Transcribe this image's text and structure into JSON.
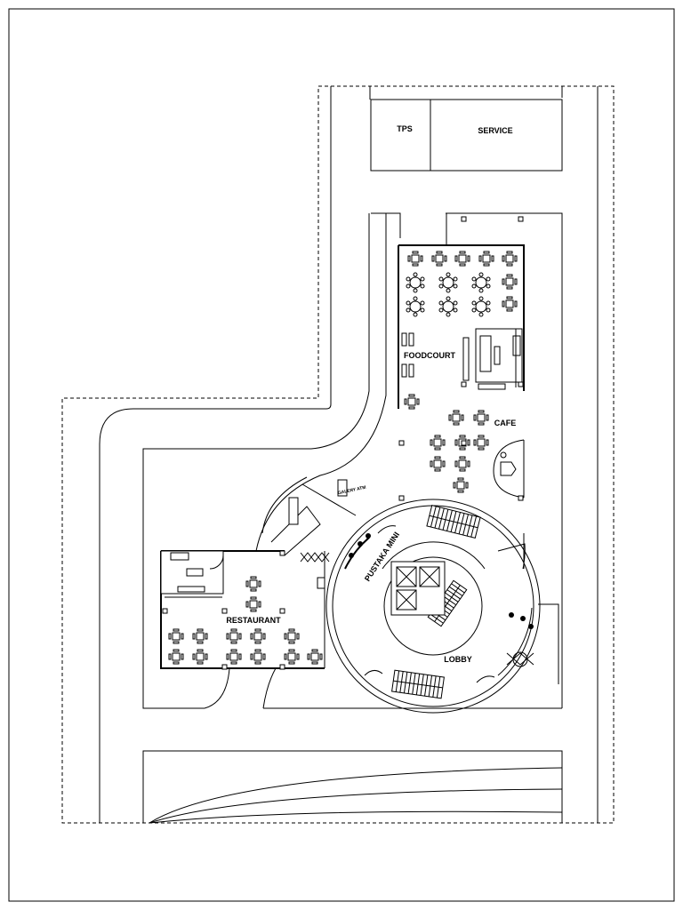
{
  "labels": {
    "tps": "TPS",
    "service": "SERVICE",
    "foodcourt": "FOODCOURT",
    "cafe": "CAFE",
    "galery_atm": "GALERY ATM",
    "pustaka_mini": "PUSTAKA MINI",
    "restaurant": "RESTAURANT",
    "lobby": "LOBBY"
  }
}
